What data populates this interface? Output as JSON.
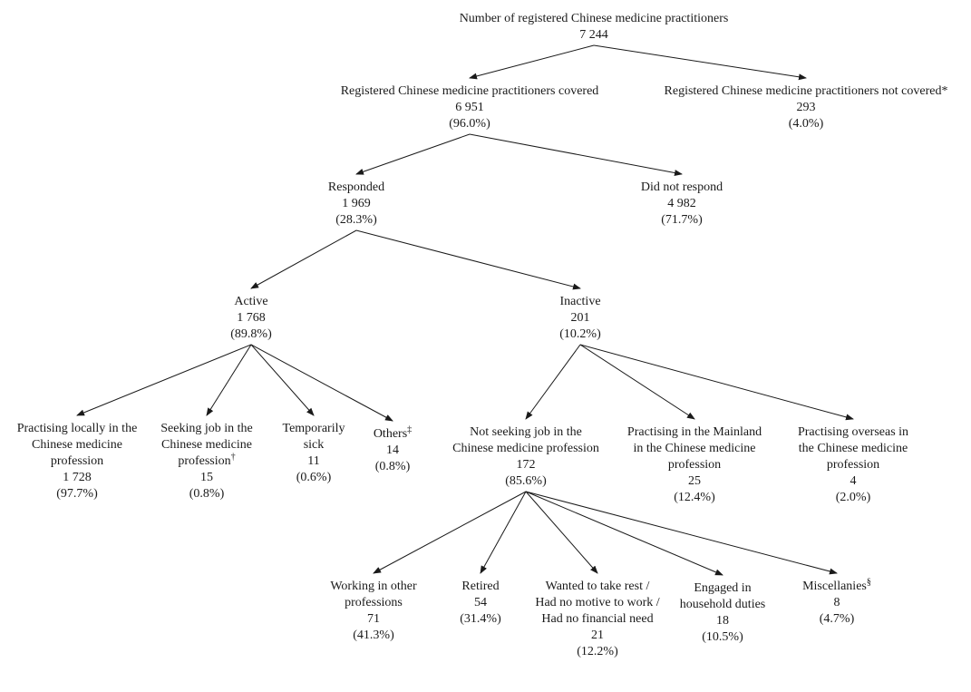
{
  "figure": {
    "description": "Flow chart breakdown of registered Chinese medicine practitioners survey results"
  },
  "colors": {
    "text": "#1a1a1a",
    "line": "#1a1a1a",
    "background": "#ffffff"
  },
  "nodes": [
    {
      "id": "root",
      "label": "Number of registered Chinese medicine practitioners",
      "value": "7 244"
    },
    {
      "id": "covered",
      "label": "Registered Chinese medicine practitioners covered",
      "value": "6 951",
      "pct": "(96.0%)"
    },
    {
      "id": "not-covered",
      "label": "Registered Chinese medicine practitioners not covered*",
      "value": "293",
      "pct": "(4.0%)"
    },
    {
      "id": "responded",
      "label": "Responded",
      "value": "1 969",
      "pct": "(28.3%)"
    },
    {
      "id": "did-not-respond",
      "label": "Did not respond",
      "value": "4 982",
      "pct": "(71.7%)"
    },
    {
      "id": "active",
      "label": "Active",
      "value": "1 768",
      "pct": "(89.8%)"
    },
    {
      "id": "inactive",
      "label": "Inactive",
      "value": "201",
      "pct": "(10.2%)"
    },
    {
      "id": "practising-locally",
      "label": "Practising locally in the\nChinese medicine\nprofession",
      "value": "1 728",
      "pct": "(97.7%)"
    },
    {
      "id": "seeking-job",
      "label": "Seeking job in the\nChinese medicine\nprofession",
      "sup": "†",
      "value": "15",
      "pct": "(0.8%)"
    },
    {
      "id": "temporarily-sick",
      "label": "Temporarily\nsick",
      "value": "11",
      "pct": "(0.6%)"
    },
    {
      "id": "others",
      "label": "Others",
      "sup": "‡",
      "value": "14",
      "pct": "(0.8%)"
    },
    {
      "id": "not-seeking-job",
      "label": "Not seeking job in the\nChinese medicine profession",
      "value": "172",
      "pct": "(85.6%)"
    },
    {
      "id": "practising-mainland",
      "label": "Practising in the Mainland\nin the Chinese medicine\nprofession",
      "value": "25",
      "pct": "(12.4%)"
    },
    {
      "id": "practising-overseas",
      "label": "Practising overseas in\nthe Chinese medicine\nprofession",
      "value": "4",
      "pct": "(2.0%)"
    },
    {
      "id": "working-other-professions",
      "label": "Working in other\nprofessions",
      "value": "71",
      "pct": "(41.3%)"
    },
    {
      "id": "retired",
      "label": "Retired",
      "value": "54",
      "pct": "(31.4%)"
    },
    {
      "id": "wanted-rest",
      "label": "Wanted to take rest /\nHad no motive to work /\nHad no financial need",
      "value": "21",
      "pct": "(12.2%)"
    },
    {
      "id": "household-duties",
      "label": "Engaged in\nhousehold duties",
      "value": "18",
      "pct": "(10.5%)"
    },
    {
      "id": "miscellanies",
      "label": "Miscellanies",
      "sup": "§",
      "value": "8",
      "pct": "(4.7%)"
    }
  ],
  "edges": [
    {
      "from": "root",
      "to": "covered"
    },
    {
      "from": "root",
      "to": "not-covered"
    },
    {
      "from": "covered",
      "to": "responded"
    },
    {
      "from": "covered",
      "to": "did-not-respond"
    },
    {
      "from": "responded",
      "to": "active"
    },
    {
      "from": "responded",
      "to": "inactive"
    },
    {
      "from": "active",
      "to": "practising-locally"
    },
    {
      "from": "active",
      "to": "seeking-job"
    },
    {
      "from": "active",
      "to": "temporarily-sick"
    },
    {
      "from": "active",
      "to": "others"
    },
    {
      "from": "inactive",
      "to": "not-seeking-job"
    },
    {
      "from": "inactive",
      "to": "practising-mainland"
    },
    {
      "from": "inactive",
      "to": "practising-overseas"
    },
    {
      "from": "not-seeking-job",
      "to": "working-other-professions"
    },
    {
      "from": "not-seeking-job",
      "to": "retired"
    },
    {
      "from": "not-seeking-job",
      "to": "wanted-rest"
    },
    {
      "from": "not-seeking-job",
      "to": "household-duties"
    },
    {
      "from": "not-seeking-job",
      "to": "miscellanies"
    }
  ]
}
